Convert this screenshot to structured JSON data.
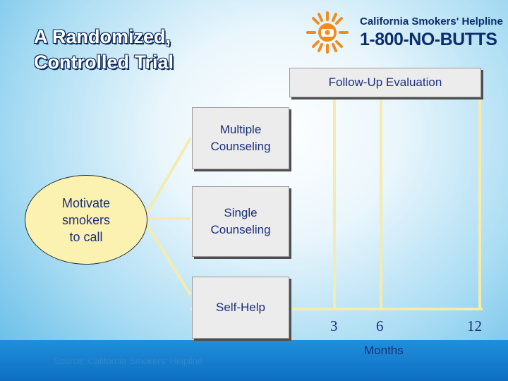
{
  "slide": {
    "title_line1": "A Randomized,",
    "title_line2": "Controlled Trial"
  },
  "logo": {
    "name": "California Smokers' Helpline",
    "phone": "1-800-NO-BUTTS",
    "icon": "sun-phone-icon",
    "colors": {
      "navy": "#0b2e6b",
      "orange": "#f28c1e"
    }
  },
  "diagram": {
    "start_node": {
      "lines": [
        "Motivate",
        "smokers",
        "to call"
      ]
    },
    "arms": [
      {
        "lines": [
          "Multiple",
          "Counseling"
        ]
      },
      {
        "lines": [
          "Single",
          "Counseling"
        ]
      },
      {
        "lines": [
          "Self-Help"
        ]
      }
    ],
    "followup_label": "Follow-Up Evaluation",
    "timepoints": [
      "3",
      "6",
      "12"
    ],
    "axis_label": "Months"
  },
  "source": "Source: California Smokers' Helpline",
  "colors": {
    "text": "#1a2f7a",
    "box_fill": "#ececec",
    "start_fill": "#fbf1b0",
    "connector": "#f3ecae",
    "band": "#1480d2"
  }
}
